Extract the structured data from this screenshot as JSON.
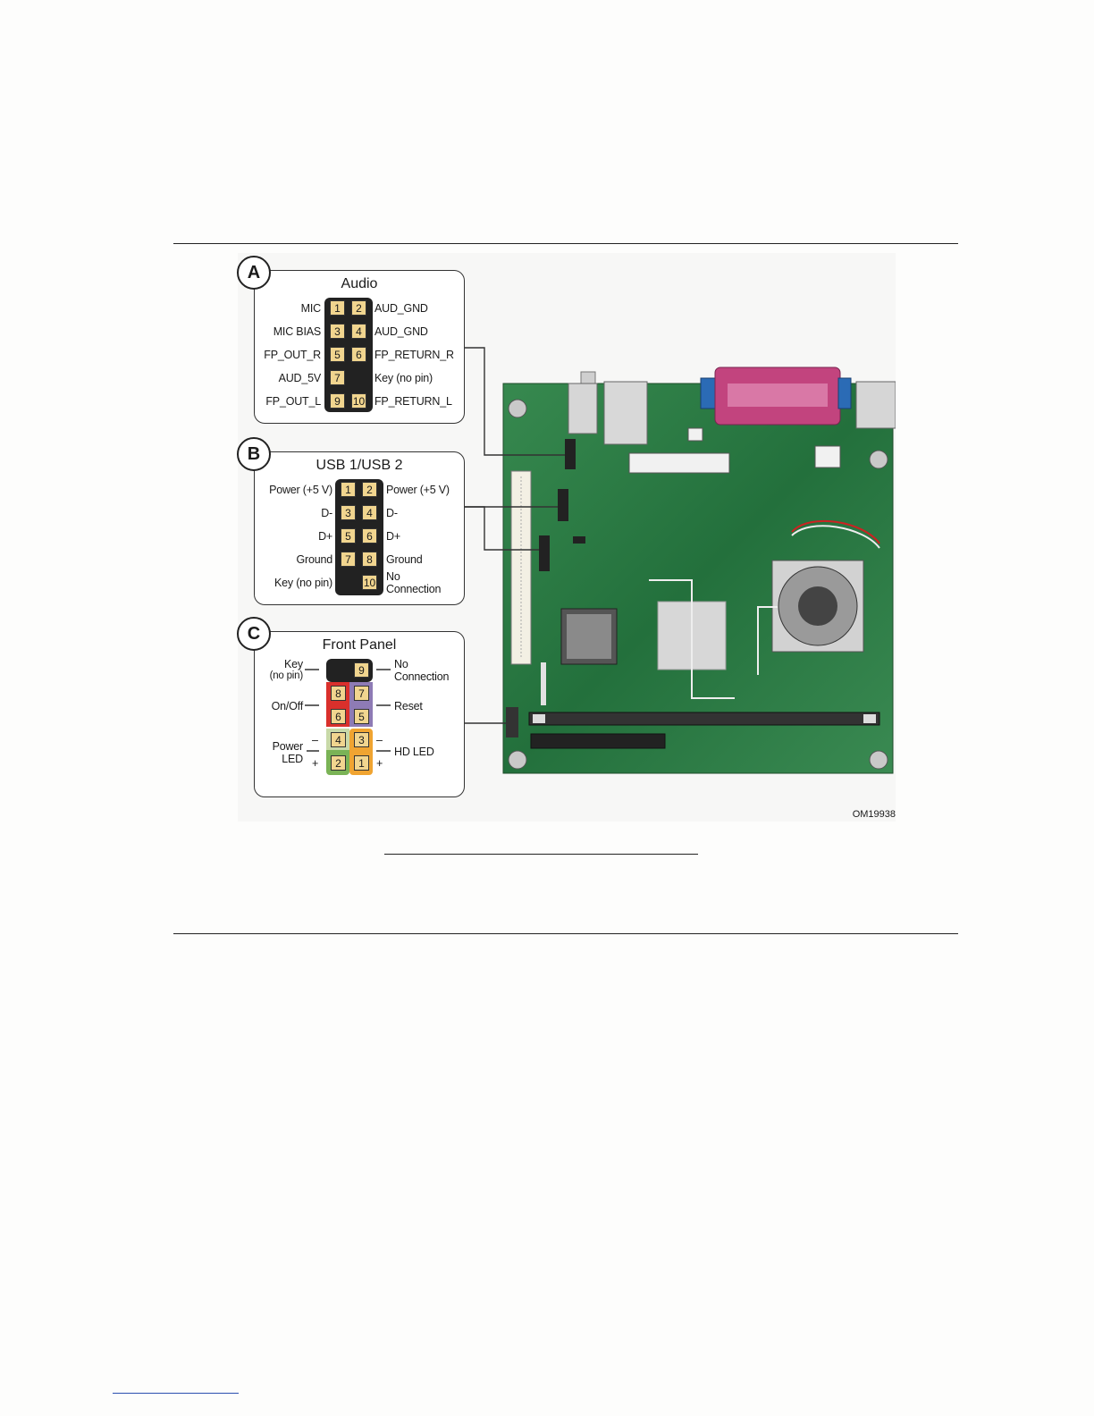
{
  "figure_id": "OM19938",
  "audio": {
    "badge": "A",
    "title": "Audio",
    "rows": [
      {
        "left": "MIC",
        "p1": "1",
        "p2": "2",
        "right": "AUD_GND"
      },
      {
        "left": "MIC BIAS",
        "p1": "3",
        "p2": "4",
        "right": "AUD_GND"
      },
      {
        "left": "FP_OUT_R",
        "p1": "5",
        "p2": "6",
        "right": "FP_RETURN_R"
      },
      {
        "left": "AUD_5V",
        "p1": "7",
        "p2": "",
        "right": "Key (no pin)"
      },
      {
        "left": "FP_OUT_L",
        "p1": "9",
        "p2": "10",
        "right": "FP_RETURN_L"
      }
    ]
  },
  "usb": {
    "badge": "B",
    "title": "USB 1/USB 2",
    "rows": [
      {
        "left": "Power (+5 V)",
        "p1": "1",
        "p2": "2",
        "right": "Power (+5 V)"
      },
      {
        "left": "D-",
        "p1": "3",
        "p2": "4",
        "right": "D-"
      },
      {
        "left": "D+",
        "p1": "5",
        "p2": "6",
        "right": "D+"
      },
      {
        "left": "Ground",
        "p1": "7",
        "p2": "8",
        "right": "Ground"
      },
      {
        "left": "Key (no pin)",
        "p1": "",
        "p2": "10",
        "right_1": "No",
        "right_2": "Connection"
      }
    ]
  },
  "front_panel": {
    "badge": "C",
    "title": "Front Panel",
    "key_1": "Key",
    "key_2": "(no pin)",
    "no_conn_1": "No",
    "no_conn_2": "Connection",
    "on_off": "On/Off",
    "reset": "Reset",
    "power_led_1": "Power",
    "power_led_2": "LED",
    "hd_led": "HD LED",
    "minus": "–",
    "plus": "+",
    "pins": {
      "p9": "9",
      "p8": "8",
      "p7": "7",
      "p6": "6",
      "p5": "5",
      "p4": "4",
      "p3": "3",
      "p2": "2",
      "p1": "1"
    },
    "colors": {
      "on_off": "#d9302c",
      "reset": "#8e7bb5",
      "power_led_top": "#c8d9a8",
      "power_led_bottom": "#7ab356",
      "hd_led": "#f0a431"
    }
  },
  "board": {
    "pcb_color": "#2e7a45"
  }
}
